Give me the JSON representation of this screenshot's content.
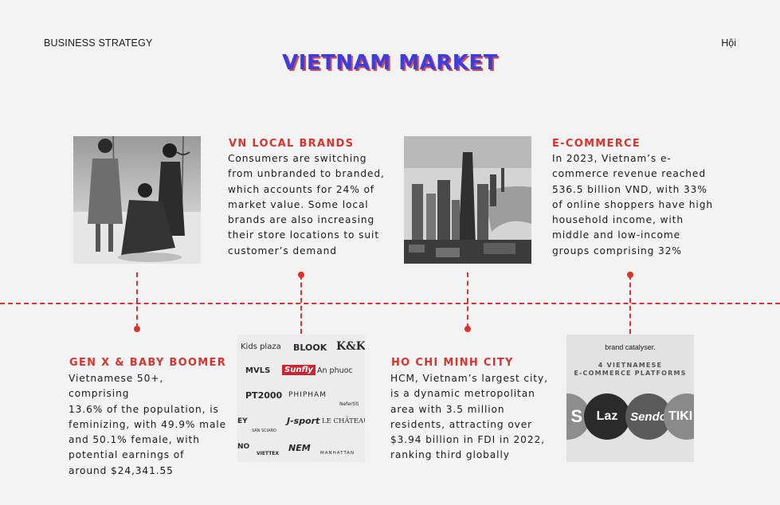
{
  "header": {
    "left": "BUSINESS STRATEGY",
    "right": "Hội"
  },
  "title": "VIETNAM MARKET",
  "sections": {
    "local_brands": {
      "heading": "VN LOCAL BRANDS",
      "lines": [
        "Consumers are switching",
        "from unbranded to branded,",
        "which accounts for 24% of",
        "market value. Some local",
        "brands are also increasing",
        "their store locations to suit",
        "customer’s demand"
      ]
    },
    "ecommerce": {
      "heading": "E-COMMERCE",
      "lines": [
        "In 2023, Vietnam’s e-",
        "commerce revenue reached",
        "536.5 billion VND, with 33%",
        "of online shoppers have high",
        "household income, with",
        "middle and low-income",
        "groups comprising 32%"
      ]
    },
    "genx": {
      "heading": "GEN X & BABY BOOMER",
      "lines": [
        "Vietnamese 50+, comprising",
        "13.6% of the population, is",
        "feminizing, with 49.9% male",
        "and 50.1% female, with",
        "potential earnings of",
        "around $24,341.55"
      ]
    },
    "hcmc": {
      "heading": "HO CHI MINH CITY",
      "lines": [
        "HCM, Vietnam’s largest city,",
        "is a dynamic metropolitan",
        "area with 3.5 million",
        "residents, attracting over",
        "$3.94 billion in FDI in 2022,",
        "ranking third globally"
      ]
    }
  },
  "brand_logos": [
    "Kids plaza",
    "BLOOK",
    "K&K",
    "MVLS",
    "Sunfly",
    "An phuoc",
    "PT2000",
    "PHIPHAM",
    "Nefertiti",
    "EY",
    "SAN SCIARO",
    "J-sport",
    "LE CHÂTEAU",
    "NO",
    "VIETTEX",
    "NEM",
    "MANHATTAN"
  ],
  "platforms": {
    "brand": "brand catalyser.",
    "title_line1": "4 VIETNAMESE",
    "title_line2": "E-COMMERCE PLATFORMS",
    "names": [
      "S",
      "Laz",
      "Sendo",
      "TIKI"
    ]
  },
  "colors": {
    "accent_red": "#d8332c",
    "title_blue": "#3a3ee0",
    "background": "#f3f3f3"
  }
}
